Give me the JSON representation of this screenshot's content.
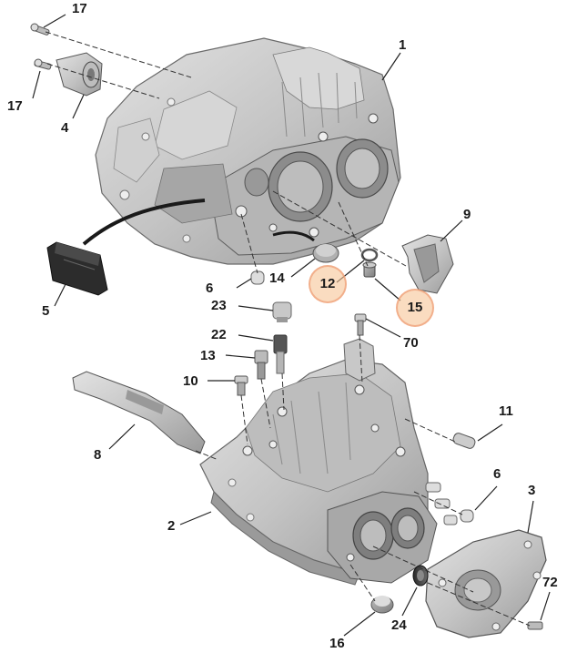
{
  "labels": {
    "l1": "1",
    "l2": "2",
    "l3": "3",
    "l4": "4",
    "l5": "5",
    "l6a": "6",
    "l6b": "6",
    "l8": "8",
    "l9": "9",
    "l10": "10",
    "l11": "11",
    "l12": "12",
    "l13": "13",
    "l14": "14",
    "l15": "15",
    "l16": "16",
    "l17a": "17",
    "l17b": "17",
    "l22": "22",
    "l23": "23",
    "l24": "24",
    "l70": "70",
    "l72": "72"
  },
  "highlighted_parts": [
    "12",
    "15"
  ],
  "colors": {
    "part_fill": "#c8c8c8",
    "part_shade": "#9c9c9c",
    "line": "#2a2a2a",
    "highlight": "#f6c496"
  }
}
